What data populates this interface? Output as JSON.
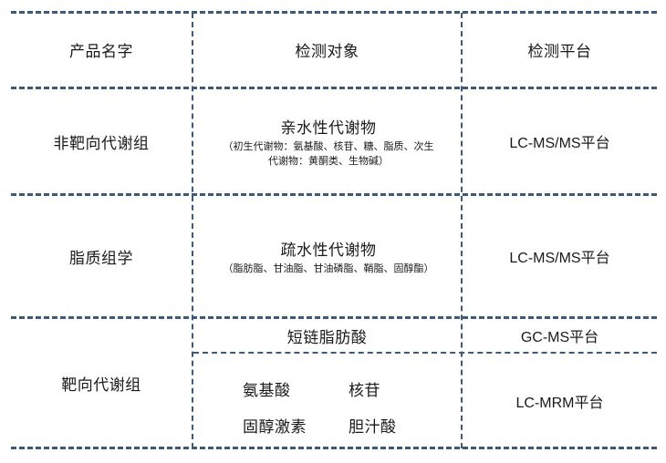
{
  "header": {
    "product_name": "产品名字",
    "detection_object": "检测对象",
    "platform": "检测平台"
  },
  "rows": [
    {
      "product": "非靶向代谢组",
      "object_title": "亲水性代谢物",
      "object_detail": "（初生代谢物：氨基酸、核苷、糖、脂质、次生代谢物：黄酮类、生物碱）",
      "platform": "LC-MS/MS平台"
    },
    {
      "product": "脂质组学",
      "object_title": "疏水性代谢物",
      "object_detail": "（脂肪脂、甘油脂、甘油磷脂、鞘脂、固醇酯）",
      "platform": "LC-MS/MS平台"
    }
  ],
  "targeted": {
    "product": "靶向代谢组",
    "scfa": {
      "object": "短链脂肪酸",
      "platform": "GC-MS平台"
    },
    "mrm": {
      "objects": [
        "氨基酸",
        "核苷",
        "固醇激素",
        "胆汁酸"
      ],
      "platform": "LC-MRM平台"
    }
  }
}
